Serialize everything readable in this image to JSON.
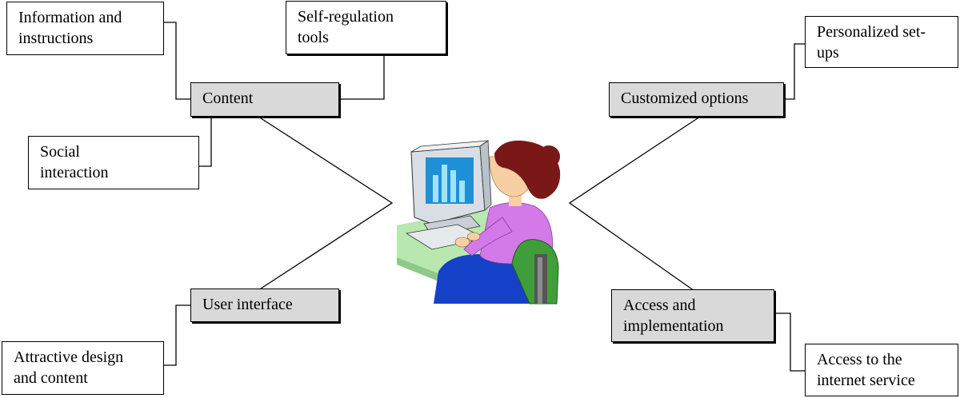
{
  "main_nodes": {
    "content": "Content",
    "user_interface": "User interface",
    "customized_options": "Customized options",
    "access_implementation": [
      "Access and",
      "implementation"
    ]
  },
  "sub_nodes": {
    "information_instructions": [
      "Information and",
      "instructions"
    ],
    "self_regulation_tools": [
      "Self-regulation",
      "tools"
    ],
    "social_interaction": [
      "Social",
      "interaction"
    ],
    "attractive_design": [
      "Attractive design",
      "and content"
    ],
    "personalized_setups": [
      "Personalized set-",
      "ups"
    ],
    "internet_access": [
      "Access to the",
      "internet service"
    ]
  },
  "colors": {
    "main_box_fill": "#d9d9d9",
    "sub_box_fill": "#ffffff",
    "monitor_screen": "#1e90d6",
    "shirt": "#d37ae8",
    "hair": "#7a1818",
    "chair": "#3f9e3a",
    "pants": "#1540c8",
    "desk": "#b8e8b0"
  },
  "icons": [
    "computer-user-clipart"
  ]
}
